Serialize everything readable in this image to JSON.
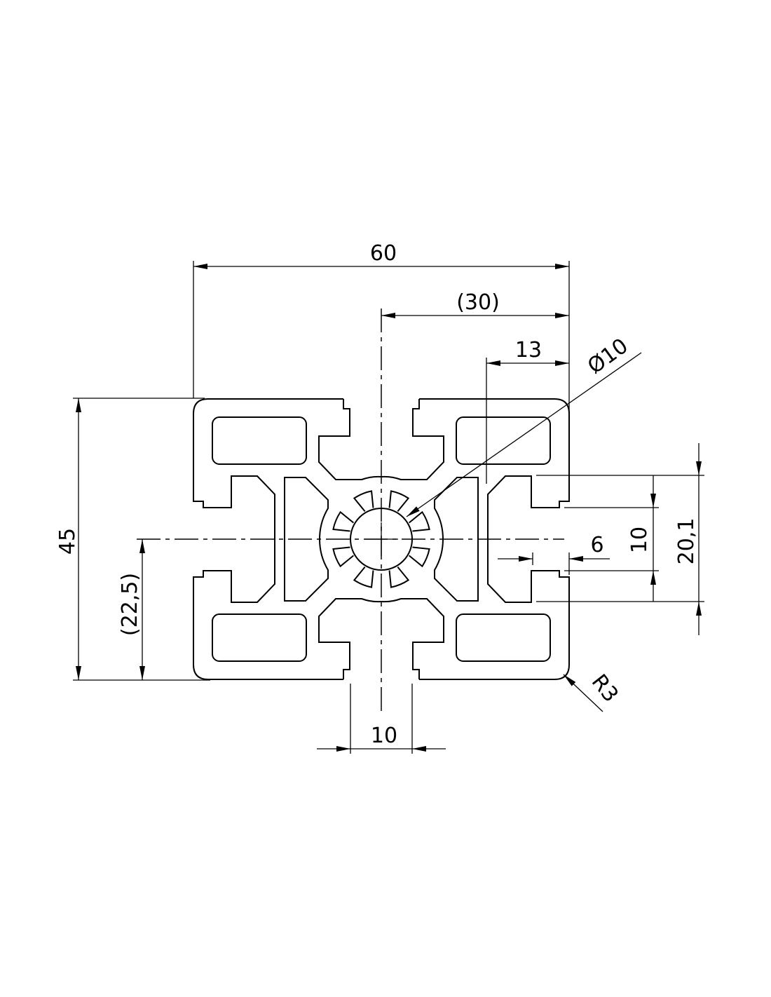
{
  "drawing": {
    "title": "Aluminium extrusion profile 45x60 cross-section",
    "dimensions": {
      "width_total": "60",
      "half_width_ref": "(30)",
      "slot_offset": "13",
      "bore_diameter": "Ø10",
      "height_total": "45",
      "half_height_ref": "(22,5)",
      "slot_width_bottom": "10",
      "slot_depth": "6",
      "slot_width_right": "10",
      "slot_outer_width": "20,1",
      "corner_radius": "R3"
    },
    "line_color": "#000000",
    "background": "#ffffff"
  }
}
